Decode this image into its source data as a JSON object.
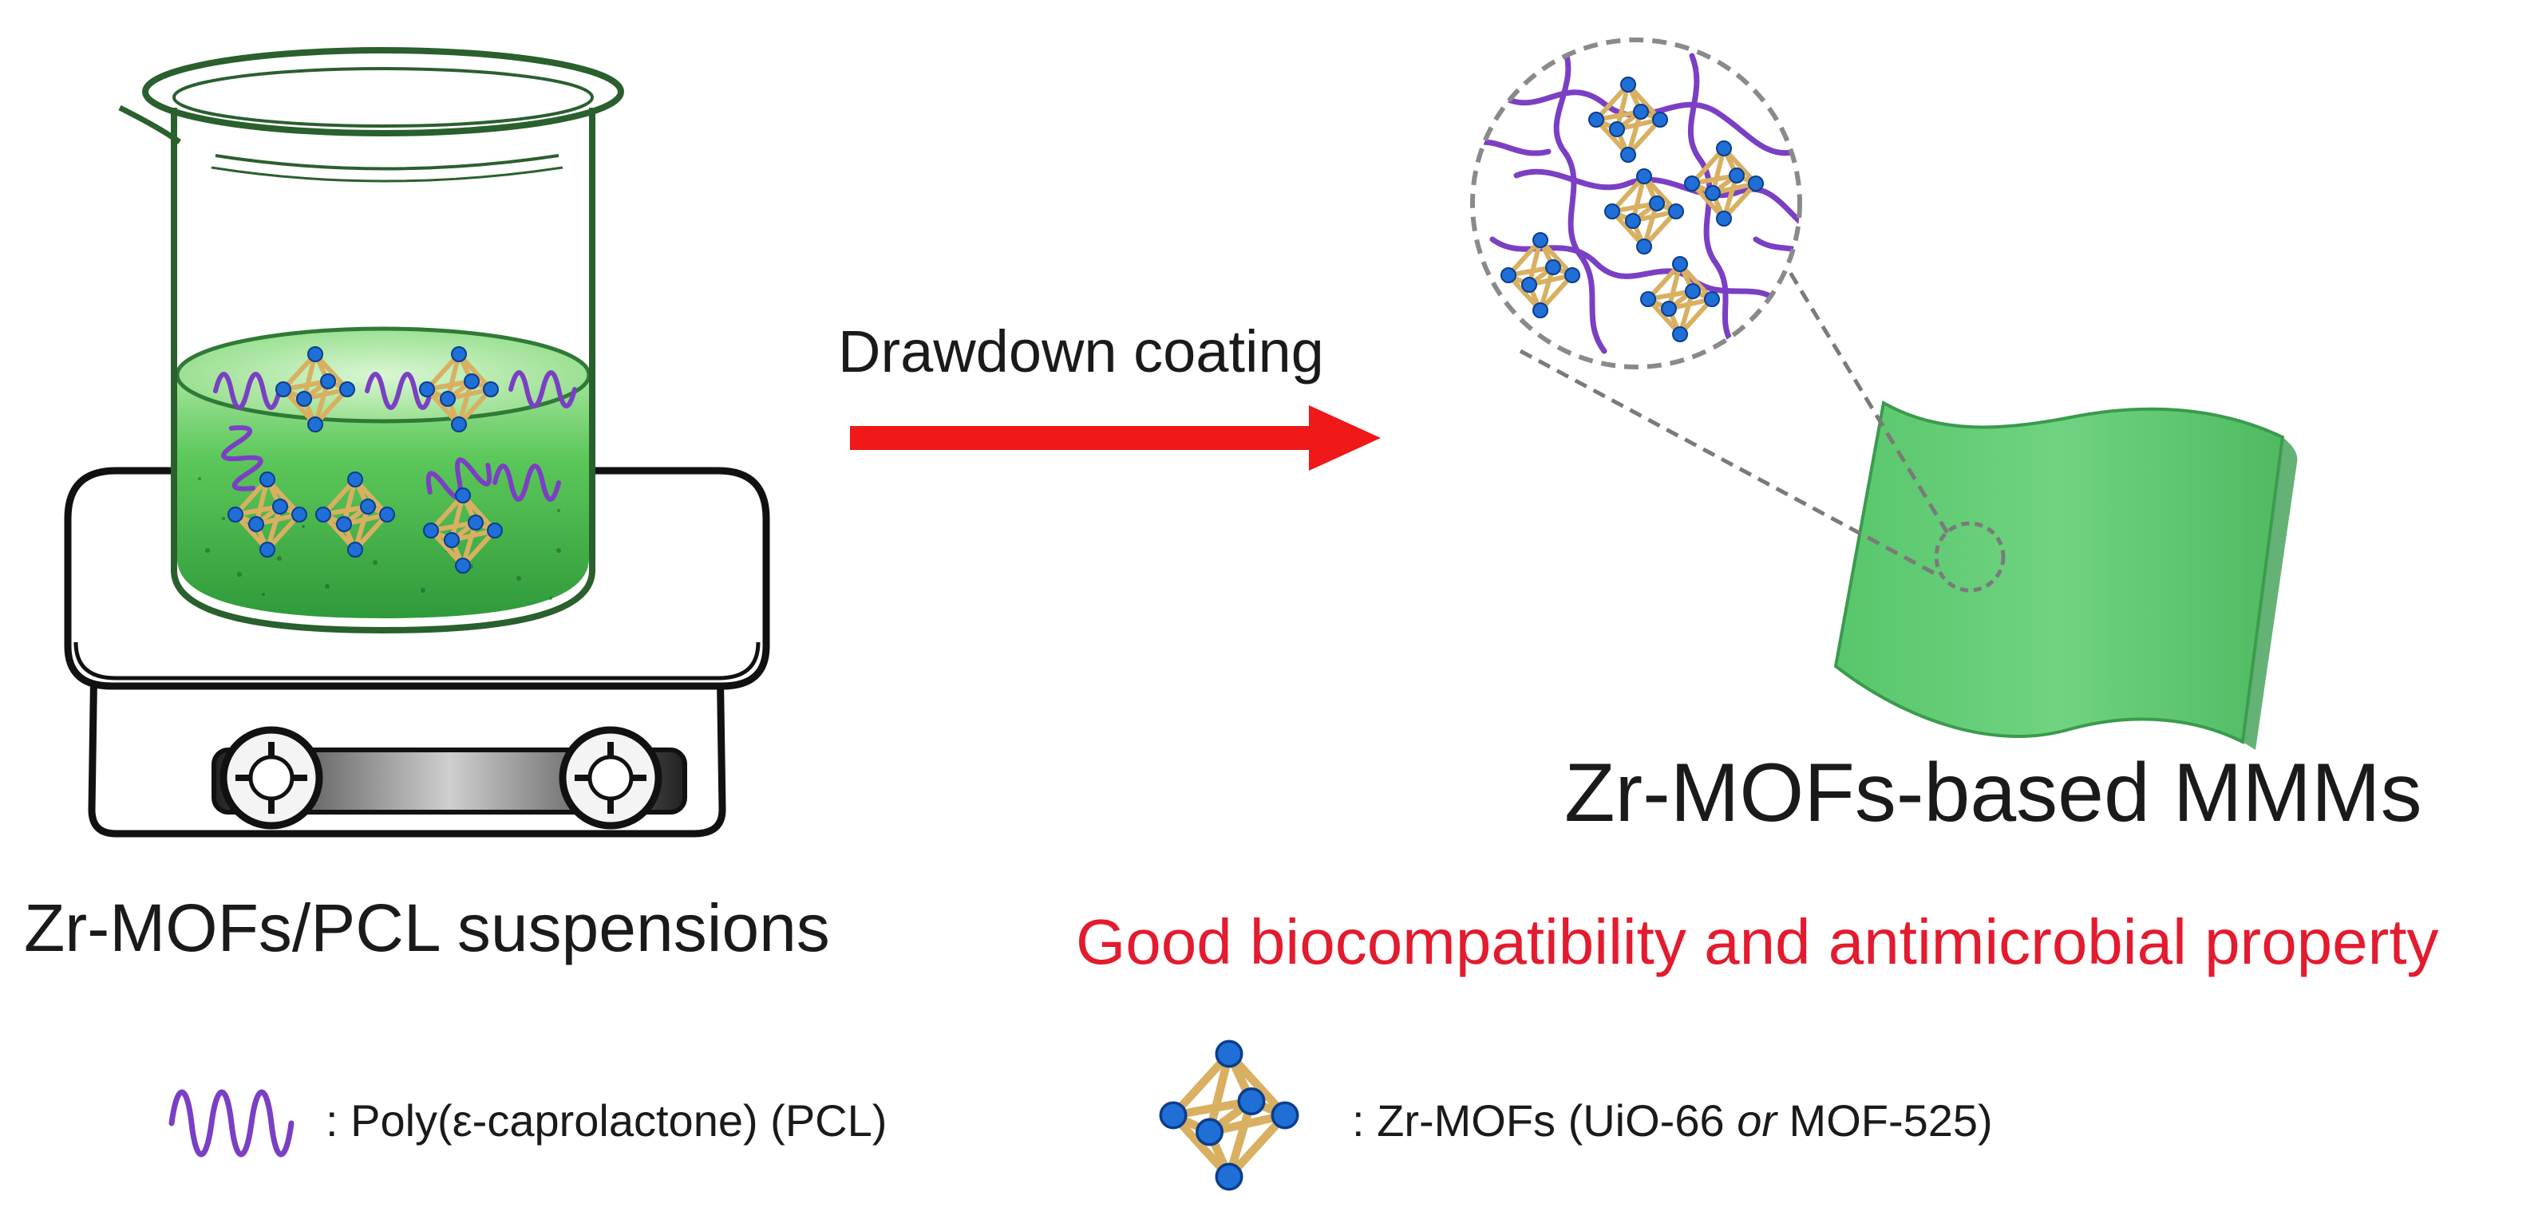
{
  "labels": {
    "arrow_label": "Drawdown coating",
    "left_caption": "Zr-MOFs/PCL suspensions",
    "right_title": "Zr-MOFs-based MMMs",
    "property_text": "Good biocompatibility and antimicrobial property"
  },
  "legend": {
    "pcl_text": ": Poly(ε-caprolactone) (PCL)",
    "mof_prefix": ": Zr-MOFs (UiO-66 ",
    "mof_or": "or",
    "mof_suffix": " MOF-525)"
  },
  "colors": {
    "accent_red": "#e31b2f",
    "liquid_green": "#4fc25a",
    "membrane_green": "#66cf78",
    "polymer_purple": "#7b3fc4",
    "mof_node_blue": "#1f6fd6",
    "mof_cage_tan": "#d9b061"
  }
}
